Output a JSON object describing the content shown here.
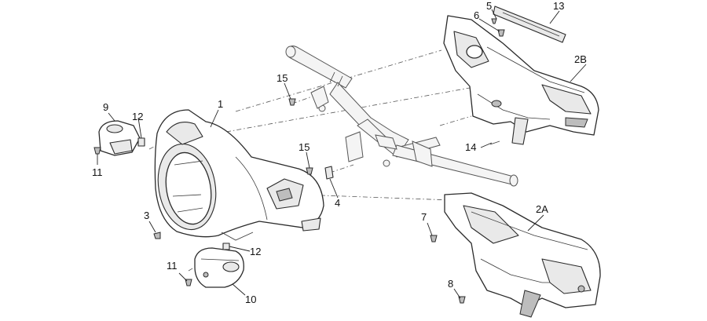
{
  "callouts": [
    {
      "id": "c1",
      "label": "1"
    },
    {
      "id": "c2a",
      "label": "2A"
    },
    {
      "id": "c2b",
      "label": "2B"
    },
    {
      "id": "c3",
      "label": "3"
    },
    {
      "id": "c4",
      "label": "4"
    },
    {
      "id": "c5",
      "label": "5"
    },
    {
      "id": "c6",
      "label": "6"
    },
    {
      "id": "c7",
      "label": "7"
    },
    {
      "id": "c8",
      "label": "8"
    },
    {
      "id": "c9",
      "label": "9"
    },
    {
      "id": "c10",
      "label": "10"
    },
    {
      "id": "c11a",
      "label": "11"
    },
    {
      "id": "c11b",
      "label": "11"
    },
    {
      "id": "c12a",
      "label": "12"
    },
    {
      "id": "c12b",
      "label": "12"
    },
    {
      "id": "c13",
      "label": "13"
    },
    {
      "id": "c14",
      "label": "14"
    },
    {
      "id": "c15a",
      "label": "15"
    },
    {
      "id": "c15b",
      "label": "15"
    }
  ]
}
